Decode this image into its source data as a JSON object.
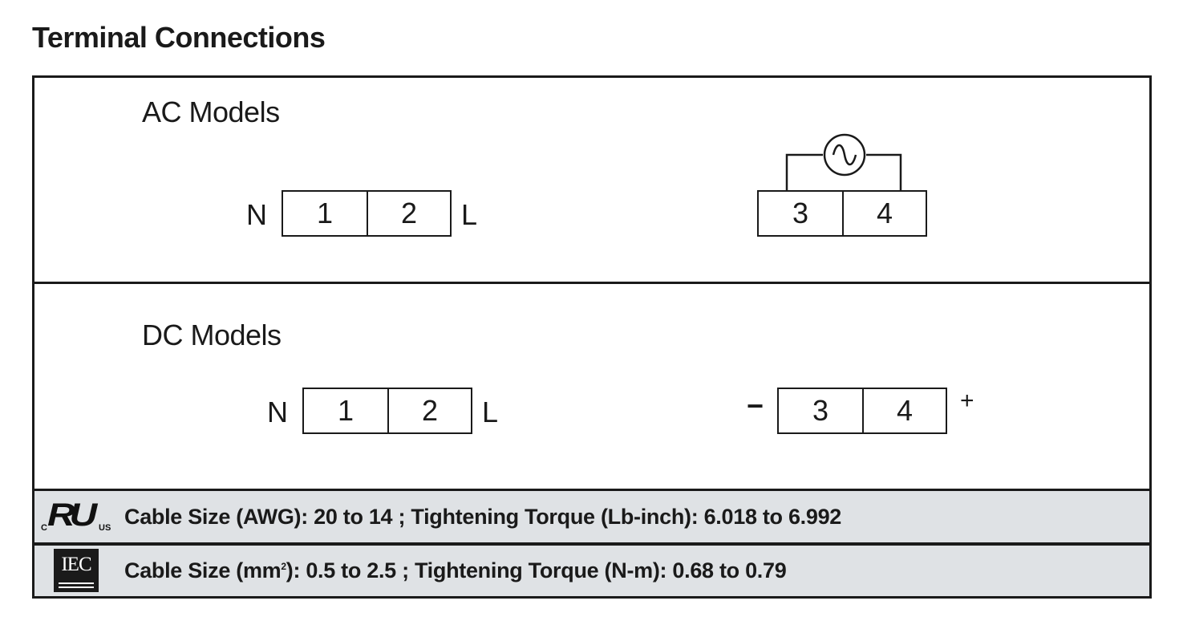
{
  "title": "Terminal Connections",
  "ac": {
    "label": "AC Models",
    "left_pole": "N",
    "right_pole": "L",
    "input_terminals": [
      "1",
      "2"
    ],
    "output_terminals": [
      "3",
      "4"
    ],
    "source_symbol": "ac-source-icon"
  },
  "dc": {
    "label": "DC Models",
    "left_pole": "N",
    "right_pole": "L",
    "input_terminals": [
      "1",
      "2"
    ],
    "output_terminals": [
      "3",
      "4"
    ],
    "minus": "−",
    "plus": "+"
  },
  "ul": {
    "logo_text": "RU",
    "logo_c": "C",
    "logo_us": "US",
    "spec": "Cable Size (AWG): 20 to 14 ; Tightening Torque (Lb-inch): 6.018 to 6.992"
  },
  "iec": {
    "logo_text": "IEC",
    "spec_prefix": "Cable Size (mm",
    "spec_sup": "2",
    "spec_suffix": "): 0.5 to 2.5 ; Tightening Torque (N-m): 0.68 to 0.79"
  },
  "colors": {
    "line": "#1a1a1a",
    "info_bg": "#dfe2e5"
  }
}
